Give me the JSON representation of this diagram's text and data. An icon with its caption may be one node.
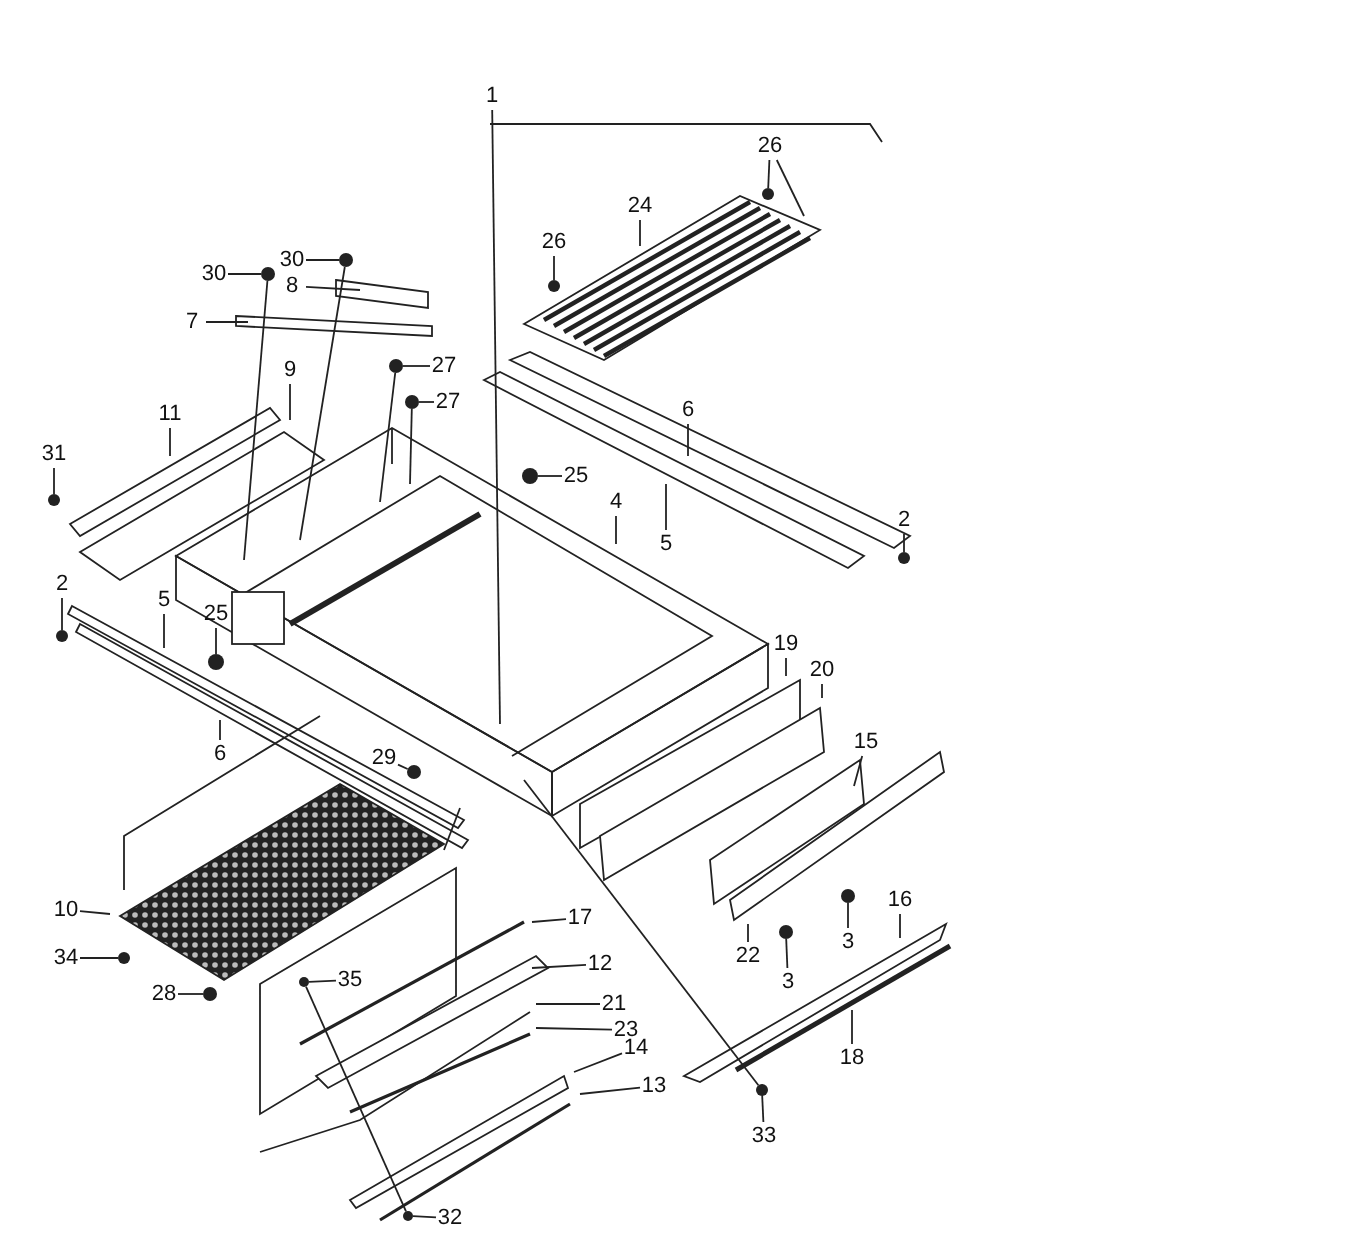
{
  "diagram": {
    "nodes": [
      {
        "text": [
          "1"
        ]
      },
      {
        "text": [
          "26"
        ]
      },
      {
        "text": [
          "24"
        ]
      },
      {
        "text": [
          "26"
        ]
      },
      {
        "text": [
          "30"
        ]
      },
      {
        "text": [
          "30"
        ]
      },
      {
        "text": [
          "8"
        ]
      },
      {
        "text": [
          "7"
        ]
      },
      {
        "text": [
          "27"
        ]
      },
      {
        "text": [
          "27"
        ]
      },
      {
        "text": [
          "9"
        ]
      },
      {
        "text": [
          "11"
        ]
      },
      {
        "text": [
          "31"
        ]
      },
      {
        "text": [
          "6"
        ]
      },
      {
        "text": [
          "25"
        ]
      },
      {
        "text": [
          "4"
        ]
      },
      {
        "text": [
          "5"
        ]
      },
      {
        "text": [
          "2"
        ]
      },
      {
        "text": [
          "2"
        ]
      },
      {
        "text": [
          "5"
        ]
      },
      {
        "text": [
          "25"
        ]
      },
      {
        "text": [
          "6"
        ]
      },
      {
        "text": [
          "19"
        ]
      },
      {
        "text": [
          "20"
        ]
      },
      {
        "text": [
          "29"
        ]
      },
      {
        "text": [
          "15"
        ]
      },
      {
        "text": [
          "10"
        ]
      },
      {
        "text": [
          "34"
        ]
      },
      {
        "text": [
          "28"
        ]
      },
      {
        "text": [
          "3"
        ]
      },
      {
        "text": [
          "22"
        ]
      },
      {
        "text": [
          "3"
        ]
      },
      {
        "text": [
          "16"
        ]
      },
      {
        "text": [
          "17"
        ]
      },
      {
        "text": [
          "12"
        ]
      },
      {
        "text": [
          "35"
        ]
      },
      {
        "text": [
          "21"
        ]
      },
      {
        "text": [
          "23"
        ]
      },
      {
        "text": [
          "14"
        ]
      },
      {
        "text": [
          "13"
        ]
      },
      {
        "text": [
          "18"
        ]
      },
      {
        "text": [
          "33"
        ]
      },
      {
        "text": [
          "32"
        ]
      },
      {
        "text": [],
        "shape": "circle"
      },
      {
        "text": [],
        "shape": "circle"
      },
      {
        "text": [],
        "shape": "circle"
      },
      {
        "text": [],
        "shape": "circle"
      },
      {
        "text": [],
        "shape": "circle"
      },
      {
        "text": [],
        "shape": "circle"
      },
      {
        "text": [],
        "shape": "circle"
      },
      {
        "text": [],
        "shape": "circle"
      },
      {
        "text": [],
        "shape": "circle"
      },
      {
        "text": [],
        "shape": "circle"
      },
      {
        "text": [],
        "shape": "circle"
      },
      {
        "text": [],
        "shape": "circle"
      },
      {
        "text": [],
        "shape": "circle"
      },
      {
        "text": [],
        "shape": "circle"
      },
      {
        "text": [],
        "shape": "circle"
      },
      {
        "text": [],
        "shape": "circle"
      },
      {
        "text": [],
        "shape": "circle"
      },
      {
        "text": [],
        "shape": "circle"
      },
      {
        "text": [],
        "shape": "circle"
      }
    ],
    "edges": [
      {
        "from": 0,
        "to": null,
        "arrow": "none"
      },
      {
        "from": 1,
        "to": 43,
        "arrow": "none"
      },
      {
        "from": 1,
        "to": null,
        "arrow": "none"
      },
      {
        "from": 2,
        "to": null,
        "arrow": "none"
      },
      {
        "from": 3,
        "to": 44,
        "arrow": "none"
      },
      {
        "from": 4,
        "to": 45,
        "arrow": "none"
      },
      {
        "from": 5,
        "to": 46,
        "arrow": "none"
      },
      {
        "from": 6,
        "to": null,
        "arrow": "none"
      },
      {
        "from": 7,
        "to": null,
        "arrow": "none"
      },
      {
        "from": 8,
        "to": 47,
        "arrow": "none"
      },
      {
        "from": 9,
        "to": 48,
        "arrow": "none"
      },
      {
        "from": 10,
        "to": null,
        "arrow": "none"
      },
      {
        "from": 11,
        "to": null,
        "arrow": "none"
      },
      {
        "from": 12,
        "to": 49,
        "arrow": "none"
      },
      {
        "from": 13,
        "to": null,
        "arrow": "none"
      },
      {
        "from": 14,
        "to": 50,
        "arrow": "none"
      },
      {
        "from": 15,
        "to": null,
        "arrow": "none"
      },
      {
        "from": 16,
        "to": null,
        "arrow": "none"
      },
      {
        "from": 17,
        "to": 51,
        "arrow": "none"
      },
      {
        "from": 18,
        "to": 52,
        "arrow": "none"
      },
      {
        "from": 19,
        "to": null,
        "arrow": "none"
      },
      {
        "from": 20,
        "to": 53,
        "arrow": "none"
      },
      {
        "from": 21,
        "to": null,
        "arrow": "none"
      },
      {
        "from": 22,
        "to": null,
        "arrow": "none"
      },
      {
        "from": 23,
        "to": null,
        "arrow": "none"
      },
      {
        "from": 24,
        "to": 54,
        "arrow": "none"
      },
      {
        "from": 25,
        "to": null,
        "arrow": "none"
      },
      {
        "from": 26,
        "to": null,
        "arrow": "none"
      },
      {
        "from": 27,
        "to": 57,
        "arrow": "none"
      },
      {
        "from": 28,
        "to": 58,
        "arrow": "none"
      },
      {
        "from": 29,
        "to": 55,
        "arrow": "none"
      },
      {
        "from": 30,
        "to": null,
        "arrow": "none"
      },
      {
        "from": 31,
        "to": 56,
        "arrow": "none"
      },
      {
        "from": 32,
        "to": null,
        "arrow": "none"
      },
      {
        "from": 33,
        "to": null,
        "arrow": "none"
      },
      {
        "from": 34,
        "to": null,
        "arrow": "none"
      },
      {
        "from": 35,
        "to": 59,
        "arrow": "none"
      },
      {
        "from": 36,
        "to": null,
        "arrow": "none"
      },
      {
        "from": 37,
        "to": null,
        "arrow": "none"
      },
      {
        "from": 38,
        "to": null,
        "arrow": "none"
      },
      {
        "from": 39,
        "to": null,
        "arrow": "none"
      },
      {
        "from": 40,
        "to": null,
        "arrow": "none"
      },
      {
        "from": 41,
        "to": 60,
        "arrow": "none"
      },
      {
        "from": 42,
        "to": 61,
        "arrow": "none"
      },
      {
        "from": 45,
        "to": null,
        "arrow": "none"
      },
      {
        "from": 46,
        "to": null,
        "arrow": "none"
      },
      {
        "from": 47,
        "to": null,
        "arrow": "none"
      },
      {
        "from": 48,
        "to": null,
        "arrow": "none"
      },
      {
        "from": 59,
        "to": 61,
        "arrow": "none"
      },
      {
        "from": null,
        "to": 60,
        "arrow": "none"
      }
    ]
  }
}
